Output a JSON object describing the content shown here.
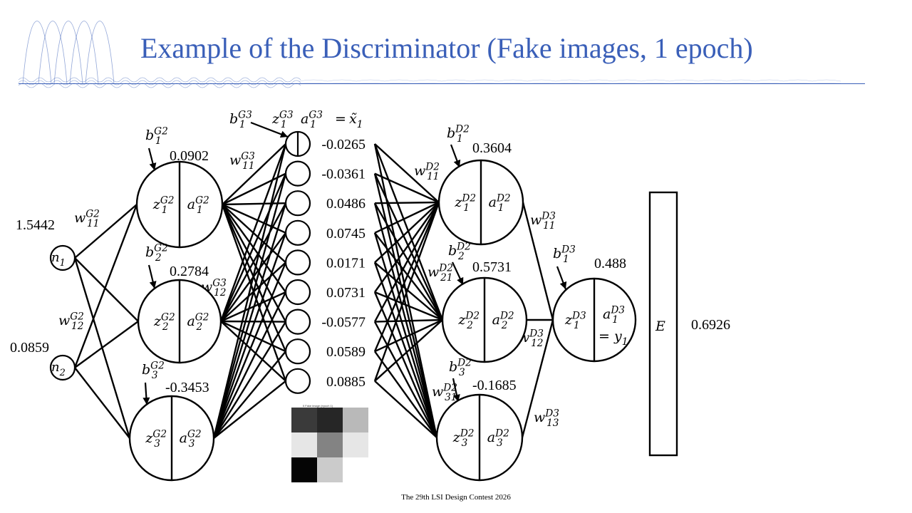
{
  "slide": {
    "title": "Example of the Discriminator (Fake images,  1 epoch)",
    "footer": "The 29th LSI Design Contest 2026",
    "accent_color": "#3a5fb8"
  },
  "inputs": {
    "n1": {
      "label": "n",
      "sub": "1",
      "value": "1.5442"
    },
    "n2": {
      "label": "n",
      "sub": "2",
      "value": "0.0859"
    }
  },
  "weight_labels": {
    "w11G2": {
      "base": "w",
      "sup": "G2",
      "sub": "11"
    },
    "w12G2": {
      "base": "w",
      "sup": "G2",
      "sub": "12"
    },
    "w11G3": {
      "base": "w",
      "sup": "G3",
      "sub": "11"
    },
    "w12G3": {
      "base": "w",
      "sup": "G3",
      "sub": "12"
    },
    "w11D2": {
      "base": "w",
      "sup": "D2",
      "sub": "11"
    },
    "w21D2": {
      "base": "w",
      "sup": "D2",
      "sub": "21"
    },
    "w31D2": {
      "base": "w",
      "sup": "D2",
      "sub": "31"
    },
    "w11D3": {
      "base": "w",
      "sup": "D3",
      "sub": "11"
    },
    "w12D3": {
      "base": "w",
      "sup": "D3",
      "sub": "12"
    },
    "w13D3": {
      "base": "w",
      "sup": "D3",
      "sub": "13"
    }
  },
  "generator_hidden": [
    {
      "bias": {
        "base": "b",
        "sup": "G2",
        "sub": "1"
      },
      "z": {
        "base": "z",
        "sup": "G2",
        "sub": "1"
      },
      "a": {
        "base": "a",
        "sup": "G2",
        "sub": "1"
      },
      "value": "0.0902"
    },
    {
      "bias": {
        "base": "b",
        "sup": "G2",
        "sub": "2"
      },
      "z": {
        "base": "z",
        "sup": "G2",
        "sub": "2"
      },
      "a": {
        "base": "a",
        "sup": "G2",
        "sub": "2"
      },
      "value": "0.2784"
    },
    {
      "bias": {
        "base": "b",
        "sup": "G2",
        "sub": "3"
      },
      "z": {
        "base": "z",
        "sup": "G2",
        "sub": "3"
      },
      "a": {
        "base": "a",
        "sup": "G2",
        "sub": "3"
      },
      "value": "-0.3453"
    }
  ],
  "generator_output": {
    "header": {
      "b": {
        "base": "b",
        "sup": "G3",
        "sub": "1"
      },
      "z": {
        "base": "z",
        "sup": "G3",
        "sub": "1"
      },
      "a": {
        "base": "a",
        "sup": "G3",
        "sub": "1"
      },
      "eq": "=",
      "x": {
        "base": "x̃",
        "sub": "1"
      }
    },
    "values": [
      "-0.0265",
      "-0.0361",
      "0.0486",
      "0.0745",
      "0.0171",
      "0.0731",
      "-0.0577",
      "0.0589",
      "0.0885"
    ]
  },
  "discriminator_hidden": [
    {
      "bias": {
        "base": "b",
        "sup": "D2",
        "sub": "1"
      },
      "z": {
        "base": "z",
        "sup": "D2",
        "sub": "1"
      },
      "a": {
        "base": "a",
        "sup": "D2",
        "sub": "1"
      },
      "value": "0.3604"
    },
    {
      "bias": {
        "base": "b",
        "sup": "D2",
        "sub": "2"
      },
      "z": {
        "base": "z",
        "sup": "D2",
        "sub": "2"
      },
      "a": {
        "base": "a",
        "sup": "D2",
        "sub": "2"
      },
      "value": "0.5731"
    },
    {
      "bias": {
        "base": "b",
        "sup": "D2",
        "sub": "3"
      },
      "z": {
        "base": "z",
        "sup": "D2",
        "sub": "3"
      },
      "a": {
        "base": "a",
        "sup": "D2",
        "sub": "3"
      },
      "value": "-0.1685"
    }
  ],
  "discriminator_output": {
    "bias": {
      "base": "b",
      "sup": "D3",
      "sub": "1"
    },
    "z": {
      "base": "z",
      "sup": "D3",
      "sub": "1"
    },
    "a": {
      "base": "a",
      "sup": "D3",
      "sub": "1"
    },
    "y": {
      "eq": "=",
      "base": "y",
      "sub": "1"
    },
    "value": "0.488"
  },
  "error": {
    "label": "E",
    "value": "0.6926"
  },
  "fake_image": {
    "caption": "0 Fake image (epoch 1)",
    "grays": [
      [
        "#3a3a3a",
        "#262626",
        "#b9b9b9"
      ],
      [
        "#e6e6e6",
        "#838383",
        "#e6e6e6"
      ],
      [
        "#050505",
        "#cbcbcb",
        "#ffffff"
      ]
    ]
  }
}
